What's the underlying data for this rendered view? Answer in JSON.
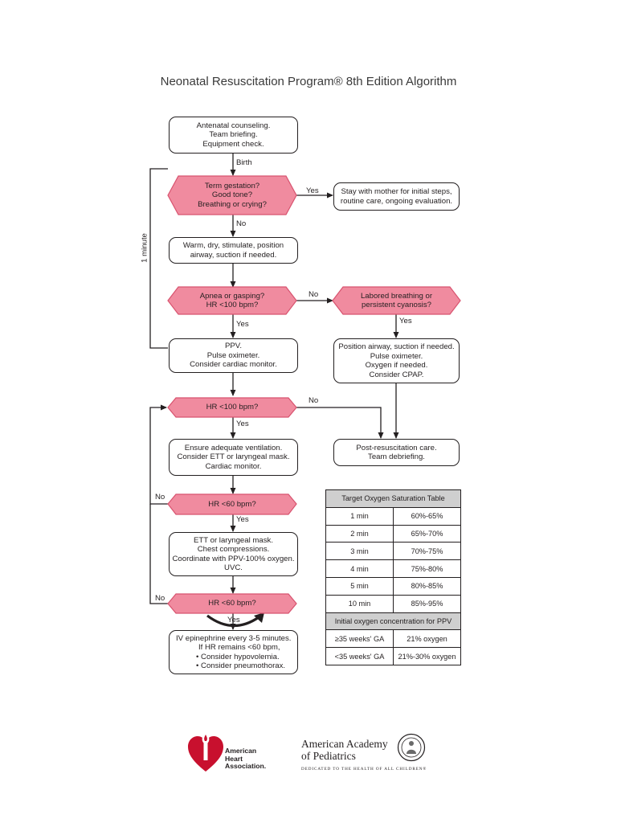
{
  "title": "Neonatal Resuscitation Program® 8th Edition Algorithm",
  "flow": {
    "antenatal": [
      "Antenatal counseling.",
      "Team briefing.",
      "Equipment check."
    ],
    "birth_label": "Birth",
    "term_question": [
      "Term gestation?",
      "Good tone?",
      "Breathing or crying?"
    ],
    "yes_label_1": "Yes",
    "stay_with_mother": [
      "Stay with mother for initial steps,",
      "routine care, ongoing evaluation."
    ],
    "no_label_1": "No",
    "warm_dry": [
      "Warm, dry, stimulate, position",
      "airway, suction if needed."
    ],
    "one_minute": "1 minute",
    "apnea_question": [
      "Apnea or gasping?",
      "HR <100 bpm?"
    ],
    "no_label_2": "No",
    "labored_question": [
      "Labored breathing or",
      "persistent cyanosis?"
    ],
    "yes_label_2": "Yes",
    "yes_label_3": "Yes",
    "ppv_box": [
      "PPV.",
      "Pulse oximeter.",
      "Consider cardiac monitor."
    ],
    "position_airway": [
      "Position airway, suction if needed.",
      "Pulse oximeter.",
      "Oxygen if needed.",
      "Consider CPAP."
    ],
    "hr100_question": "HR <100 bpm?",
    "no_label_3": "No",
    "yes_label_4": "Yes",
    "ensure_vent": [
      "Ensure adequate ventilation.",
      "Consider ETT or laryngeal mask.",
      "Cardiac monitor."
    ],
    "post_resus": [
      "Post-resuscitation care.",
      "Team debriefing."
    ],
    "no_label_4": "No",
    "hr60_question_1": "HR <60 bpm?",
    "yes_label_5": "Yes",
    "ett_box": [
      "ETT or laryngeal mask.",
      "Chest compressions.",
      "Coordinate with PPV-100% oxygen.",
      "UVC."
    ],
    "no_label_5": "No",
    "hr60_question_2": "HR <60 bpm?",
    "yes_label_6": "Yes",
    "epi_box": [
      "IV epinephrine every 3-5 minutes.",
      "If HR remains <60 bpm,",
      "• Consider hypovolemia.",
      "• Consider pneumothorax."
    ]
  },
  "o2_table": {
    "header": "Target Oxygen Saturation Table",
    "rows": [
      [
        "1 min",
        "60%-65%"
      ],
      [
        "2 min",
        "65%-70%"
      ],
      [
        "3 min",
        "70%-75%"
      ],
      [
        "4 min",
        "75%-80%"
      ],
      [
        "5 min",
        "80%-85%"
      ],
      [
        "10 min",
        "85%-95%"
      ]
    ],
    "ppv_header": "Initial oxygen concentration for PPV",
    "ppv_rows": [
      [
        "≥35 weeks' GA",
        "21% oxygen"
      ],
      [
        "<35 weeks' GA",
        "21%-30% oxygen"
      ]
    ]
  },
  "footer": {
    "aha_lines": [
      "American",
      "Heart",
      "Association."
    ],
    "aap_lines": [
      "American Academy",
      "of Pediatrics"
    ],
    "aap_tagline": "DEDICATED TO THE HEALTH OF ALL CHILDREN®"
  },
  "colors": {
    "decision_fill": "#f08b9f",
    "decision_stroke": "#d8536f",
    "aha_red": "#c8102e",
    "line": "#231f20",
    "table_header": "#cfcfcf"
  }
}
